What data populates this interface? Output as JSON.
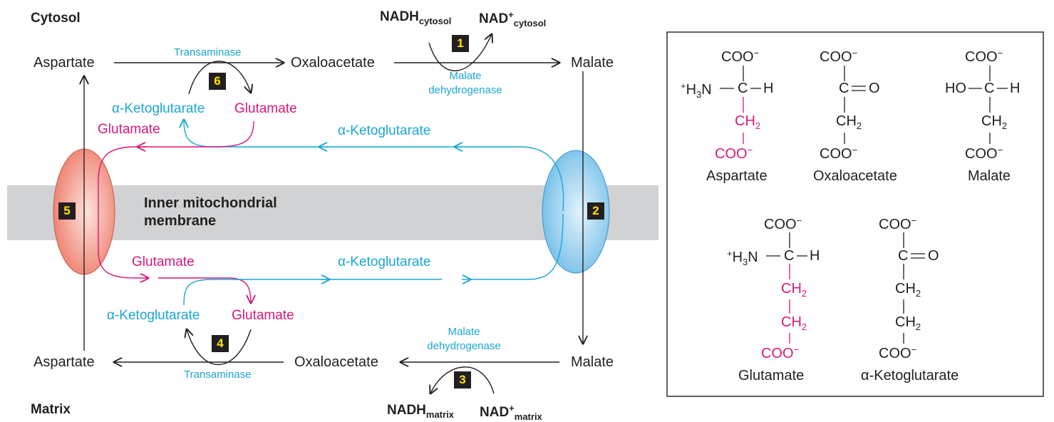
{
  "diagram": {
    "compartments": {
      "cytosol": "Cytosol",
      "matrix": "Matrix"
    },
    "membrane": {
      "line1": "Inner mitochondrial",
      "line2": "membrane"
    },
    "cytosol_row": {
      "aspartate": "Aspartate",
      "transaminase": "Transaminase",
      "oxaloacetate": "Oxaloacetate",
      "malate_dh_line1": "Malate",
      "malate_dh_line2": "dehydrogenase",
      "malate": "Malate",
      "nadh": "NADH",
      "nadh_sub": "cytosol",
      "nad": "NAD",
      "nad_sup": "+",
      "nad_sub": "cytosol",
      "akg": "α-Ketoglutarate",
      "glu": "Glutamate",
      "glu_left": "Glutamate",
      "akg_transport": "α-Ketoglutarate"
    },
    "matrix_row": {
      "glu_transport": "Glutamate",
      "akg_transport": "α-Ketoglutarate",
      "akg": "α-Ketoglutarate",
      "glu": "Glutamate",
      "aspartate": "Aspartate",
      "transaminase": "Transaminase",
      "oxaloacetate": "Oxaloacetate",
      "malate_dh_line1": "Malate",
      "malate_dh_line2": "dehydrogenase",
      "malate": "Malate",
      "nadh": "NADH",
      "nadh_sub": "matrix",
      "nad": "NAD",
      "nad_sup": "+",
      "nad_sub": "matrix"
    },
    "steps": [
      "1",
      "2",
      "3",
      "4",
      "5",
      "6"
    ]
  },
  "structures": {
    "coo": "COO",
    "minus": "−",
    "h3n": "H",
    "h3n_sub": "3",
    "n": "N",
    "plus": "+",
    "c": "C",
    "h": "H",
    "o": "O",
    "ho": "HO",
    "ch": "CH",
    "two": "2",
    "names": {
      "aspartate": "Aspartate",
      "oxaloacetate": "Oxaloacetate",
      "malate": "Malate",
      "glutamate": "Glutamate",
      "akg": "α-Ketoglutarate"
    }
  },
  "colors": {
    "cyan": "#1ba6d6",
    "magenta": "#d6197a",
    "black": "#231f20",
    "membrane": "#d1d2d4",
    "yellow": "#ffe100"
  }
}
